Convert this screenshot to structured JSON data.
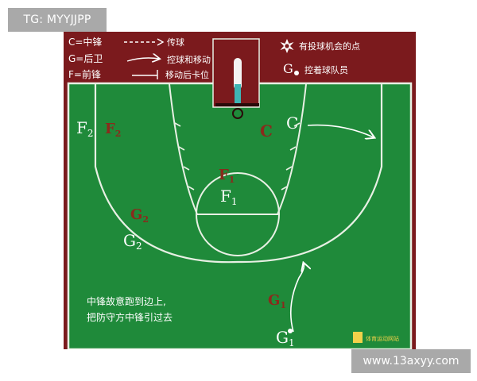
{
  "badge": {
    "text": "TG: MYYJJPP"
  },
  "watermark": {
    "text": "www.13axyy.com"
  },
  "legend": {
    "center": "C=中锋",
    "guard": "G=后卫",
    "forward": "F=前锋",
    "pass": "传球",
    "dribble": "控球和移动",
    "screen": "移动后卡位",
    "shot_chance": "有投球机会的点",
    "ball_handler_letter": "G",
    "ball_handler": "控着球队员"
  },
  "players": {
    "c_attack": "C",
    "c_defend": "C",
    "f2_attack": "F",
    "f2_attack_sub": "2",
    "f2_defend": "F",
    "f2_defend_sub": "2",
    "f1_attack": "F",
    "f1_attack_sub": "1",
    "f1_defend": "F",
    "f1_defend_sub": "1",
    "g2_attack": "G",
    "g2_attack_sub": "2",
    "g2_defend": "G",
    "g2_defend_sub": "2",
    "g1_attack": "G",
    "g1_attack_sub": "1",
    "g1_defend": "G",
    "g1_defend_sub": "1"
  },
  "note": {
    "line1": "中锋故意跑到边上,",
    "line2": "把防守方中锋引过去"
  },
  "logo": {
    "text": "体育运动网站"
  },
  "colors": {
    "frame": "#7b1a1d",
    "court": "#1f8a3a",
    "lines": "#e8f0e4",
    "defender": "#8a2a1c"
  }
}
